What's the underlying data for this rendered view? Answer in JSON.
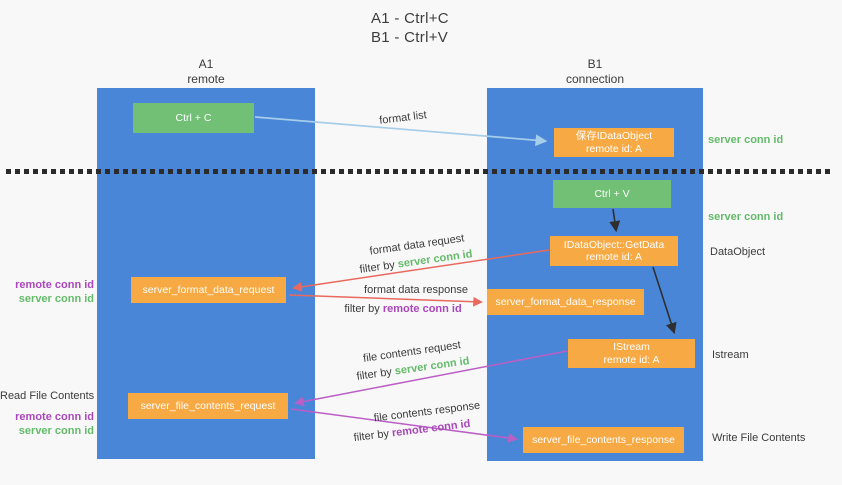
{
  "colors": {
    "background": "#f8f8f8",
    "column_blue": "#4a86d8",
    "node_green": "#72bf76",
    "node_orange": "#f7a943",
    "label_green": "#64bb6a",
    "label_purple": "#ab47bc",
    "arrow_red": "#e9695e",
    "arrow_magenta": "#bb5ec6",
    "arrow_light_blue": "#a6cdea",
    "arrow_dark": "#2f2f2f"
  },
  "title": {
    "line1": "A1 - Ctrl+C",
    "line2": "B1 - Ctrl+V"
  },
  "columns": {
    "left": {
      "name": "A1",
      "role": "remote"
    },
    "right": {
      "name": "B1",
      "role": "connection"
    }
  },
  "nodes": {
    "ctrl_c": {
      "label": "Ctrl + C"
    },
    "ctrl_v": {
      "label": "Ctrl + V"
    },
    "save_dataobject": {
      "line1": "保存IDataObject",
      "line2": "remote id: A"
    },
    "getdata": {
      "line1": "IDataObject::GetData",
      "line2": "remote id: A"
    },
    "istream": {
      "line1": "IStream",
      "line2": "remote id: A"
    },
    "format_request": {
      "label": "server_format_data_request"
    },
    "format_response": {
      "label": "server_format_data_response"
    },
    "file_request": {
      "label": "server_file_contents_request"
    },
    "file_response": {
      "label": "server_file_contents_response"
    }
  },
  "edge_labels": {
    "format_list": "format list",
    "format_data_request": "format data request",
    "format_data_response": "format data response",
    "file_contents_request": "file contents request",
    "file_contents_response": "file contents response",
    "filter_by": "filter by",
    "server_conn_id": "server conn id",
    "remote_conn_id": "remote conn id"
  },
  "side_labels": {
    "server_conn_id": "server conn id",
    "remote_conn_id": "remote conn id",
    "dataobject": "DataObject",
    "istream": "Istream",
    "read_file_contents": "Read File Contents",
    "write_file_contents": "Write File Contents"
  }
}
